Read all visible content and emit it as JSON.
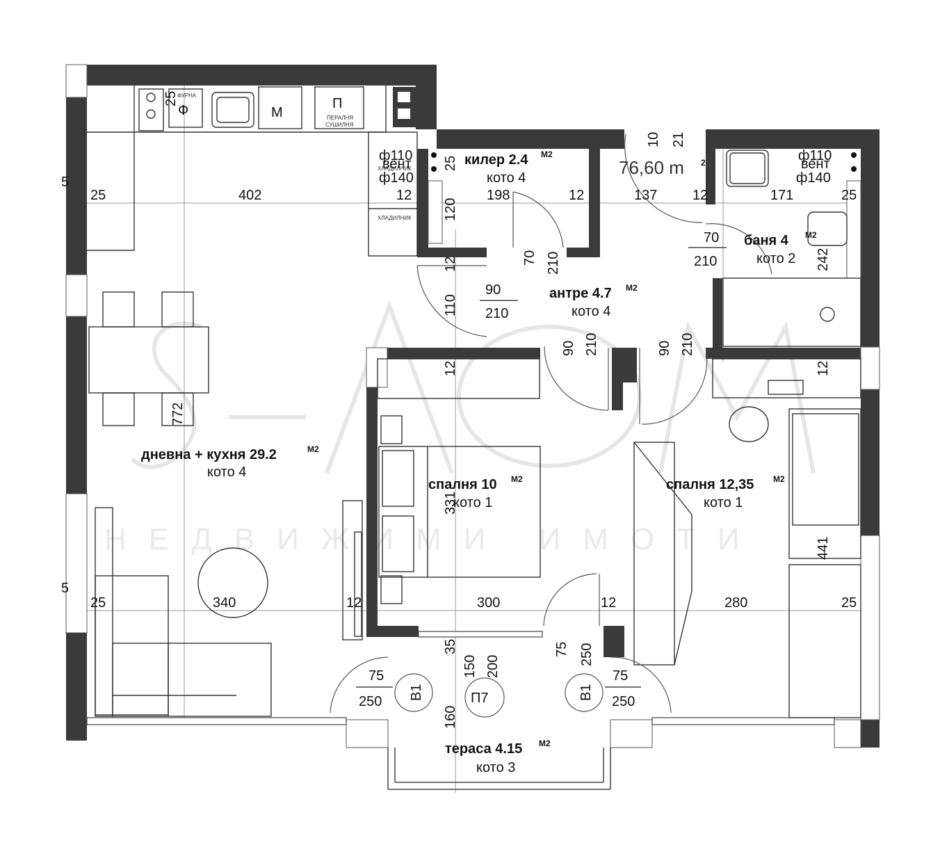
{
  "total_area": "76,60 m",
  "total_area_sup": "2",
  "watermark": {
    "logo": "S-AOM",
    "tagline": "НЕДВИЖИМИ ИМОТИ"
  },
  "rooms": {
    "living": {
      "name": "дневна + кухня 29.2",
      "sup": "M2",
      "sub": "кото 4"
    },
    "closet": {
      "name": "килер 2.4",
      "sup": "M2",
      "sub": "кото 4"
    },
    "hall": {
      "name": "антре 4.7",
      "sup": "M2",
      "sub": "кото 4"
    },
    "bath": {
      "name": "баня 4",
      "sup": "M2",
      "sub": "кото 2"
    },
    "bedroom1": {
      "name": "спалня 10",
      "sup": "M2",
      "sub": "кото 1"
    },
    "bedroom2": {
      "name": "спалня 12,35",
      "sup": "M2",
      "sub": "кото 1"
    },
    "terrace": {
      "name": "тераса 4.15",
      "sup": "M2",
      "sub": "кото 3"
    }
  },
  "kitchen": {
    "fridge_label": "Ф",
    "micro_label": "М",
    "laundry_label": "П",
    "laundry_text_1": "ПЕРАЛНЯ",
    "laundry_text_2": "СУШИЛНЯ",
    "fridge_small_1": "ХЛАДИЛНИК",
    "fridge_small_2": "ХЛАДИЛНИК",
    "oven_small": "ФУРНА",
    "vent_1": "ф110",
    "vent_2": "вент",
    "vent_3": "ф140",
    "bath_vent_1": "ф110",
    "bath_vent_2": "вент",
    "bath_vent_3": "ф140"
  },
  "dimensions": {
    "top_row": [
      "25",
      "402",
      "12",
      "198",
      "12",
      "137",
      "12",
      "171",
      "25"
    ],
    "bottom_row": [
      "25",
      "340",
      "12",
      "300",
      "12",
      "280",
      "25"
    ],
    "misc": {
      "k25": "25",
      "c25": "25",
      "c120": "120",
      "c12a": "12",
      "d10": "10",
      "d21": "21",
      "b_70": "70",
      "b_210": "210",
      "b_242": "242",
      "cl_70": "70",
      "cl_210": "210",
      "h_90": "90",
      "h_210": "210",
      "h_110": "110",
      "br1_90": "90",
      "br1_210": "210",
      "br2_90": "90",
      "br2_210": "210",
      "br1_12": "12",
      "br2_12": "12",
      "l772": "772",
      "b331": "331",
      "b441": "441",
      "t35": "35",
      "t150": "150",
      "t200": "200",
      "t75": "75",
      "t250": "250",
      "w75a": "75",
      "w250a": "250",
      "w75b": "75",
      "w250b": "250",
      "t160": "160",
      "win1": "B1",
      "win2": "B1",
      "p7": "П7",
      "edge5a": "5",
      "edge5b": "5"
    }
  }
}
